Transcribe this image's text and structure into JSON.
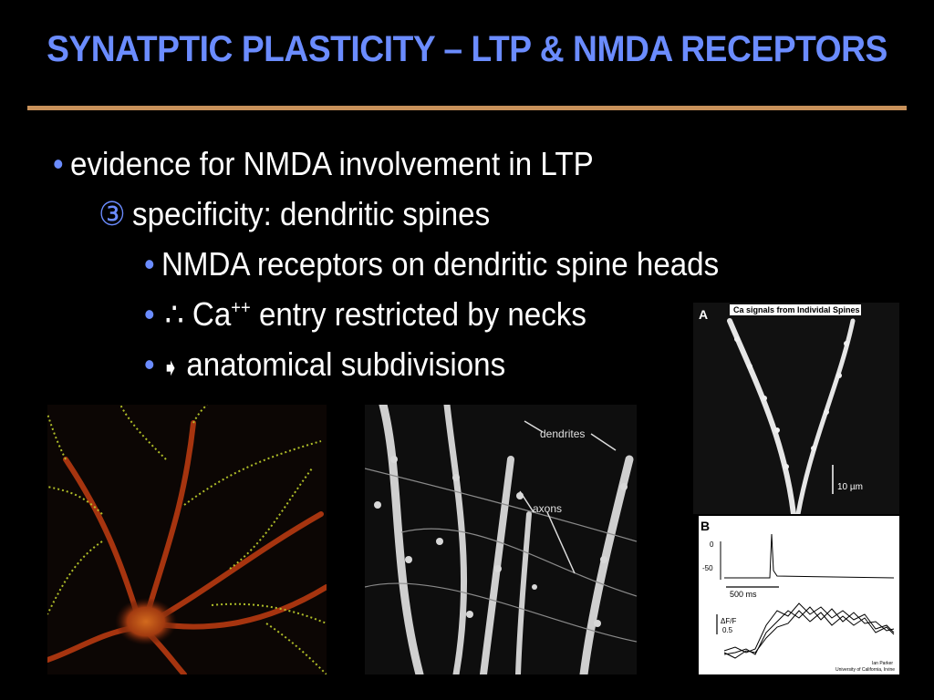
{
  "colors": {
    "title": "#6b8cff",
    "rule": "#c8915a",
    "bullet": "#6b8cff"
  },
  "slide": {
    "title": "SYNATPTIC PLASTICITY – LTP & NMDA RECEPTORS",
    "bullets": {
      "b1": "evidence for NMDA involvement in LTP",
      "b2_marker": "③",
      "b2": "specificity: dendritic spines",
      "b3": "NMDA receptors on dendritic spine heads",
      "b4_therefore": "∴",
      "b4_ca": "Ca",
      "b4_sup": "++",
      "b4_rest": "entry restricted by necks",
      "b5_arrow": "➧",
      "b5": "anatomical subdivisions"
    }
  },
  "figure_right": {
    "a_label": "A",
    "a_title": "Ca signals from Individal Spines",
    "scale": "10 µm",
    "b_label": "B",
    "tick_0": "0",
    "tick_m50": "-50",
    "time_scale": "500 ms",
    "df_label": "ΔF/F",
    "df_value": "0.5",
    "credit_1": "Ian Parker",
    "credit_2": "University of California, Irvine"
  },
  "figure_middle": {
    "dendrites": "dendrites",
    "axons": "axons"
  }
}
